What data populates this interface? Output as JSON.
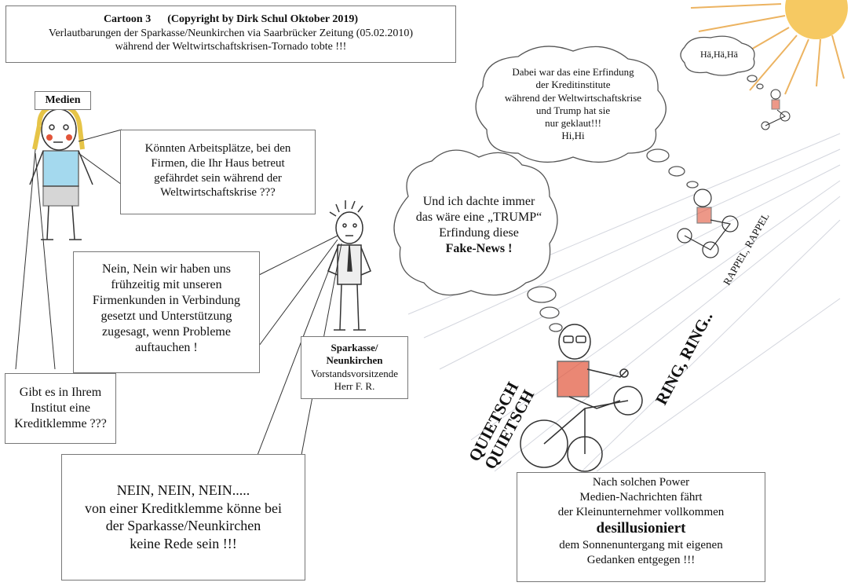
{
  "header": {
    "title": "Cartoon 3",
    "copyright": "(Copyright by Dirk Schul Oktober 2019)",
    "line2": "Verlautbarungen der Sparkasse/Neunkirchen via Saarbrücker Zeitung (05.02.2010)",
    "line3": "während der Weltwirtschaftskrisen-Tornado tobte !!!"
  },
  "medien_label": "Medien",
  "q1": {
    "l1": "Könnten Arbeitsplätze, bei den",
    "l2": "Firmen, die Ihr Haus betreut",
    "l3": "gefährdet sein während der",
    "l4": "Weltwirtschaftskrise ???"
  },
  "a1": {
    "l1": "Nein, Nein wir haben uns",
    "l2": "frühzeitig mit unseren",
    "l3": "Firmenkunden in Verbindung",
    "l4": "gesetzt und Unterstützung",
    "l5": "zugesagt, wenn Probleme",
    "l6": "auftauchen !"
  },
  "q2": {
    "l1": "Gibt es in Ihrem",
    "l2": "Institut eine",
    "l3": "Kreditklemme ???"
  },
  "a2": {
    "l1": "NEIN, NEIN, NEIN.....",
    "l2": "von einer Kreditklemme könne bei",
    "l3": "der Sparkasse/Neunkirchen",
    "l4": "keine Rede sein !!!"
  },
  "sparkasse": {
    "l1": "Sparkasse/",
    "l2": "Neunkirchen",
    "l3": "Vorstandsvorsitzende",
    "l4": "Herr F. R."
  },
  "thought1": {
    "l1": "Und ich dachte immer",
    "l2": "das wäre eine „TRUMP“",
    "l3": "Erfindung diese",
    "l4": "Fake-News !"
  },
  "thought2": {
    "l1": "Dabei war das eine Erfindung",
    "l2": "der Kreditinstitute",
    "l3": "während der Weltwirtschaftskrise",
    "l4": "und Trump hat sie",
    "l5": "nur geklaut!!!",
    "l6": "Hi,Hi"
  },
  "thought3": "Hä,Hä,Hä",
  "sfx": {
    "quietsch1": "QUIETSCH",
    "quietsch2": "QUIETSCH",
    "ring": "RING, RING..",
    "rappel": "RAPPEL, RAPPEL"
  },
  "caption": {
    "l1": "Nach solchen Power",
    "l2": "Medien-Nachrichten fährt",
    "l3": "der Kleinunternehmer vollkommen",
    "l4": "desillusioniert",
    "l5": "dem Sonnenuntergang mit eigenen",
    "l6": "Gedanken entgegen !!!"
  },
  "colors": {
    "sun": "#f4c046",
    "sunray": "#e8a13a",
    "hair": "#e6c447",
    "shirt_blue": "#7ec9e8",
    "shirt_red": "#e2553a"
  }
}
